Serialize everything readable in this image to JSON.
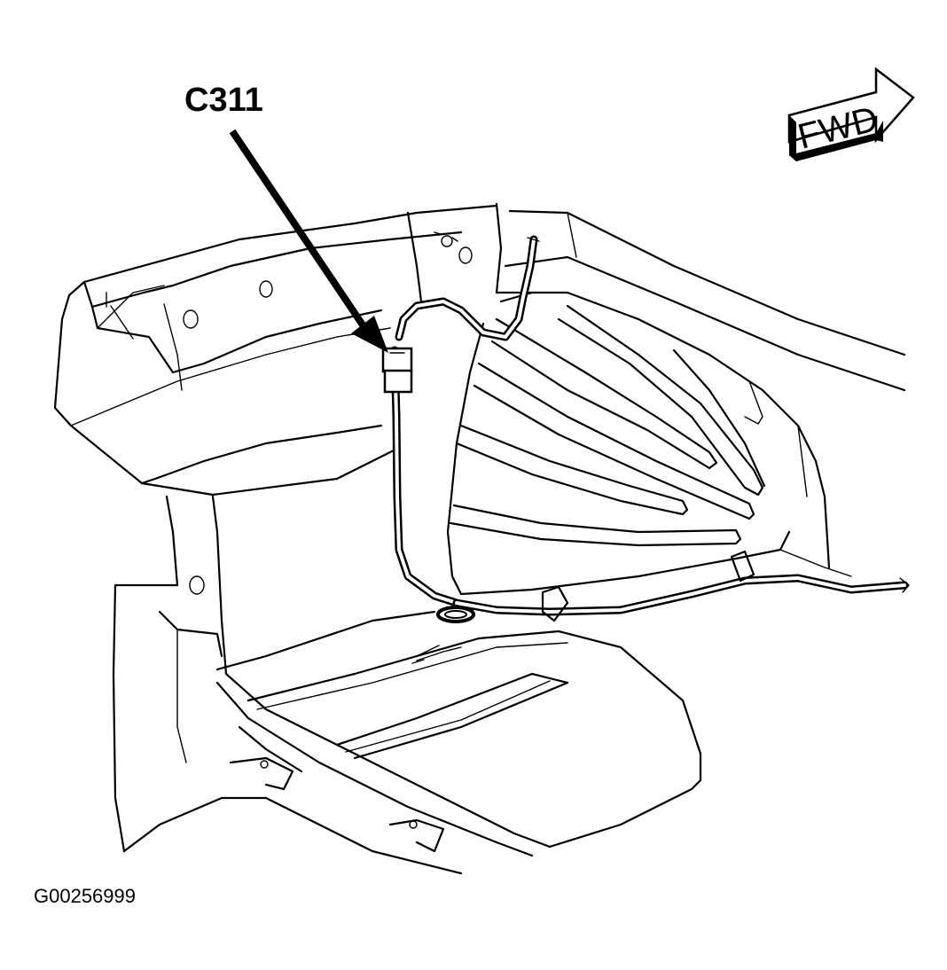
{
  "callout": {
    "label": "C311"
  },
  "direction_indicator": {
    "label": "FWD"
  },
  "figure": {
    "id": "G00256999"
  }
}
